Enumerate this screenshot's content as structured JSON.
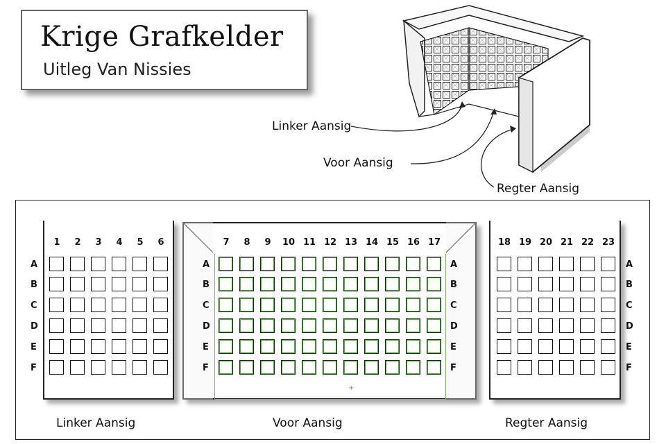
{
  "title": "Krige Grafkelder",
  "subtitle": "Uitleg Van Nissies",
  "diagram_labels": {
    "left": "Linker Aansig",
    "front": "Voor Aansig",
    "right": "Regter Aansig"
  },
  "rows": [
    "A",
    "B",
    "C",
    "D",
    "E",
    "F"
  ],
  "panels": {
    "left": {
      "caption": "Linker Aansig",
      "columns": [
        "1",
        "2",
        "3",
        "4",
        "5",
        "6"
      ]
    },
    "front": {
      "caption": "Voor Aansig",
      "columns": [
        "7",
        "8",
        "9",
        "10",
        "11",
        "12",
        "13",
        "14",
        "15",
        "16",
        "17"
      ]
    },
    "right": {
      "caption": "Regter Aansig",
      "columns": [
        "18",
        "19",
        "20",
        "21",
        "22",
        "23"
      ]
    }
  },
  "colors": {
    "front_outline": "#5aa04a",
    "border": "#222222"
  }
}
